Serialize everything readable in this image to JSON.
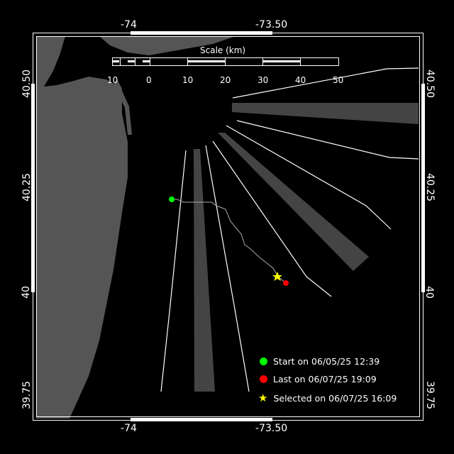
{
  "axes": {
    "lon_labels": [
      "-74",
      "-73.50"
    ],
    "lat_labels": [
      "40.50",
      "40.25",
      "40",
      "39.75"
    ]
  },
  "scale_bar": {
    "title": "Scale (km)",
    "ticks": [
      "10",
      "0",
      "10",
      "20",
      "30",
      "40",
      "50"
    ]
  },
  "legend": {
    "start": {
      "label": "Start on 06/05/25 12:39",
      "color": "#00ff00"
    },
    "last": {
      "label": "Last on 06/07/25 19:09",
      "color": "#ff0000"
    },
    "selected": {
      "label": "Selected on 06/07/25 16:09",
      "color": "#ffff00",
      "icon": "star-icon"
    }
  },
  "colors": {
    "land": "#555555",
    "radar_gap": "#444444",
    "track": "#aaaaaa"
  }
}
